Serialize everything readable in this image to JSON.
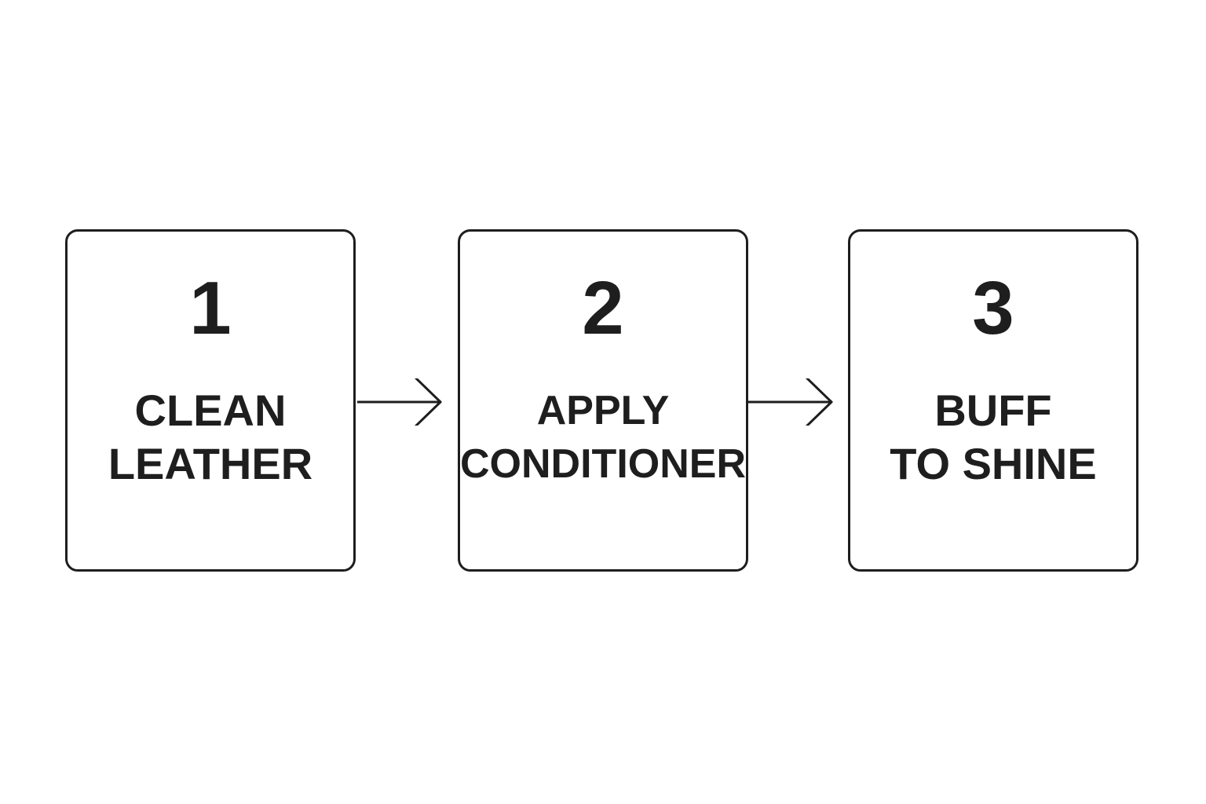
{
  "steps": [
    {
      "number": "1",
      "label_line1": "CLEAN",
      "label_line2": "LEATHER"
    },
    {
      "number": "2",
      "label_line1": "APPLY",
      "label_line2": "CONDITIONER"
    },
    {
      "number": "3",
      "label_line1": "BUFF",
      "label_line2": "TO SHINE"
    }
  ],
  "colors": {
    "stroke": "#1e1e1e",
    "background": "#ffffff"
  }
}
